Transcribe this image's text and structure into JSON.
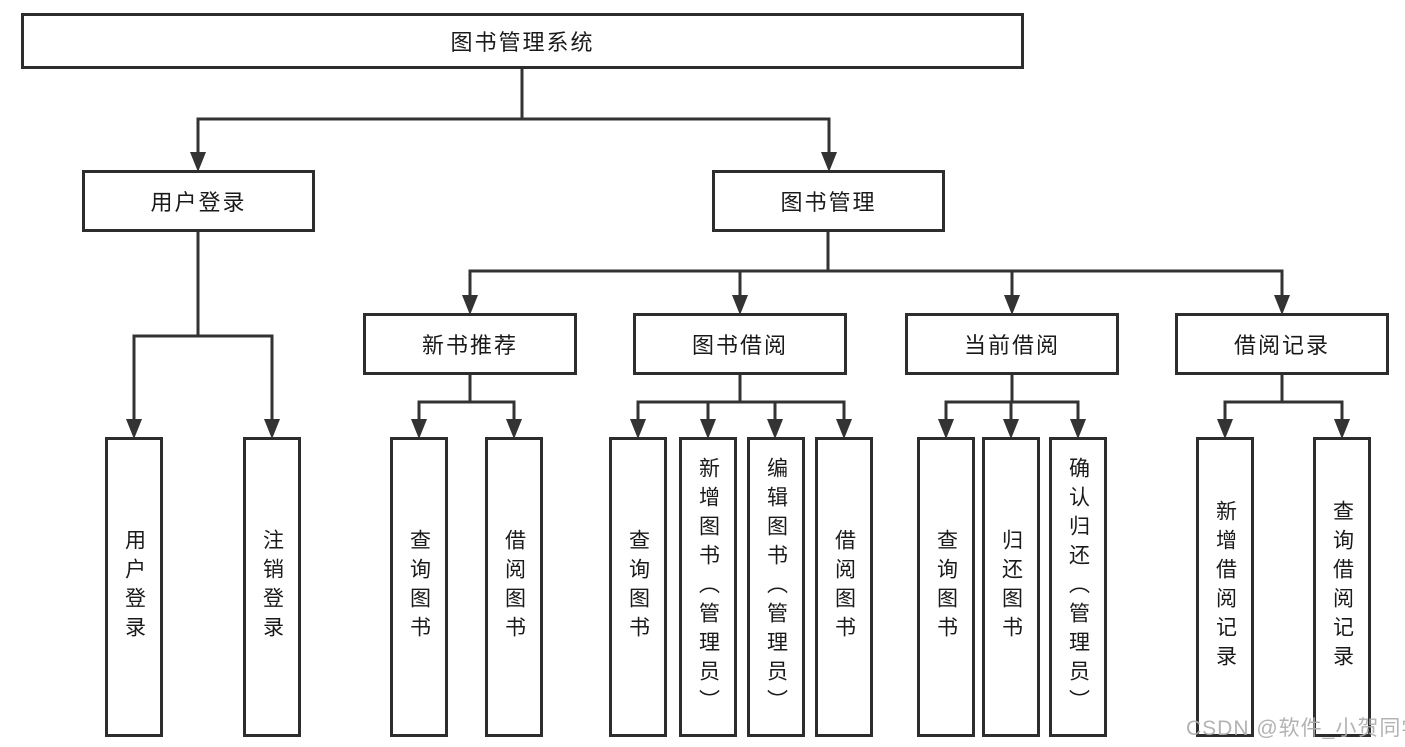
{
  "tree": {
    "root": {
      "label": "图书管理系统"
    },
    "children": [
      {
        "label": "用户登录",
        "children": [
          {
            "label": "用户登录"
          },
          {
            "label": "注销登录"
          }
        ]
      },
      {
        "label": "图书管理",
        "children": [
          {
            "label": "新书推荐",
            "children": [
              {
                "label": "查询图书"
              },
              {
                "label": "借阅图书"
              }
            ]
          },
          {
            "label": "图书借阅",
            "children": [
              {
                "label": "查询图书"
              },
              {
                "label": "新增图书（管理员）"
              },
              {
                "label": "编辑图书（管理员）"
              },
              {
                "label": "借阅图书"
              }
            ]
          },
          {
            "label": "当前借阅",
            "children": [
              {
                "label": "查询图书"
              },
              {
                "label": "归还图书"
              },
              {
                "label": "确认归还（管理员）"
              }
            ]
          },
          {
            "label": "借阅记录",
            "children": [
              {
                "label": "新增借阅记录"
              },
              {
                "label": "查询借阅记录"
              }
            ]
          }
        ]
      }
    ]
  },
  "watermark": {
    "text": "CSDN @软件_小贺同学"
  },
  "colors": {
    "line": "#333333",
    "box_border": "#2d2d2d",
    "text": "#1a1a1a",
    "watermark": "#acacac",
    "background": "#ffffff"
  }
}
